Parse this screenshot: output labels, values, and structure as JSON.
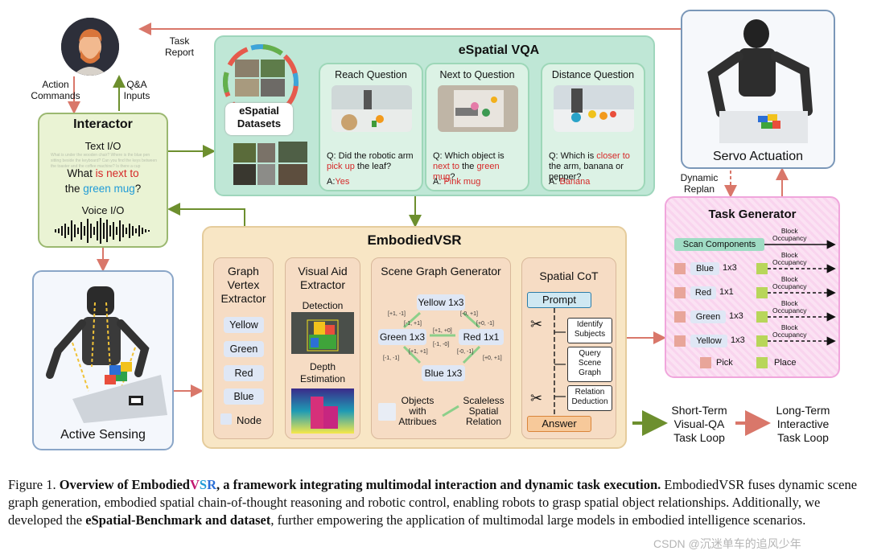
{
  "interactor": {
    "title": "Interactor",
    "text_io": "Text I/O",
    "background_text": "What is under the wooden chair? Where is the blue pen sitting beside the keyboard? Can you find the keys between the toaster and the coffee machine? Is there a cup",
    "q_line1_a": "What ",
    "q_line1_b": "is next to",
    "q_line2_a": "the ",
    "q_line2_b": "green mug",
    "q_line2_c": "?",
    "voice_io": "Voice I/O"
  },
  "labels": {
    "task_report": "Task\nReport",
    "action_commands": "Action\nCommands",
    "qa_inputs": "Q&A\nInputs",
    "dynamic_replan": "Dynamic\nReplan"
  },
  "active_sensing": {
    "title": "Active Sensing"
  },
  "servo": {
    "title": "Servo Actuation"
  },
  "vqa": {
    "title": "eSpatial VQA",
    "datasets_label": "eSpatial\nDatasets",
    "questions": [
      {
        "title": "Reach Question",
        "q_pre": "Q: Did the robotic arm ",
        "q_hl": "pick up",
        "q_post": " the leaf?",
        "a_pre": "A:",
        "a_val": "Yes"
      },
      {
        "title": "Next to Question",
        "q_pre": "Q: Which object is ",
        "q_hl": "next to",
        "q_mid": " the ",
        "q_hl2": "green mug",
        "q_post": "?",
        "a_pre": "A: ",
        "a_val": "Pink mug"
      },
      {
        "title": "Distance Question",
        "q_pre": "Q: Which is ",
        "q_hl": "closer to",
        "q_post": " the arm, banana or pepper?",
        "a_pre": "A: ",
        "a_val": "Banana"
      }
    ]
  },
  "evsr": {
    "title": "EmbodiedVSR",
    "gve": {
      "title": "Graph\nVertex\nExtractor",
      "items": [
        "Yellow",
        "Green",
        "Red",
        "Blue"
      ],
      "node_label": "Node"
    },
    "vae": {
      "title": "Visual Aid\nExtractor",
      "detection": "Detection",
      "depth": "Depth\nEstimation"
    },
    "sgg": {
      "title": "Scene Graph Generator",
      "nodes": [
        "Yellow 1x3",
        "Green 1x3",
        "Red 1x1",
        "Blue 1x3"
      ],
      "relations": [
        "[+1, -1]",
        "[-1, +1]",
        "[-0, +1]",
        "[+0, -1]",
        "[+1, +0]",
        "[-1, -0]",
        "[-1, -1]",
        "[+1, +1]",
        "[-0, -1]",
        "[+0, +1]"
      ],
      "legend_objects": "Objects\nwith\nAttribues",
      "legend_relation": "Scaleless\nSpatial\nRelation"
    },
    "cot": {
      "title": "Spatial CoT",
      "prompt": "Prompt",
      "steps": [
        "Identify\nSubjects",
        "Query\nScene\nGraph",
        "Relation\nDeduction"
      ],
      "answer": "Answer"
    }
  },
  "taskgen": {
    "title": "Task Generator",
    "scan": "Scan Components",
    "block_occ": "Block\nOccupancy",
    "rows": [
      {
        "color": "Blue",
        "size": "1x3"
      },
      {
        "color": "Red",
        "size": "1x1"
      },
      {
        "color": "Green",
        "size": "1x3"
      },
      {
        "color": "Yellow",
        "size": "1x3"
      }
    ],
    "pick": "Pick",
    "place": "Place"
  },
  "legend": {
    "short_term": "Short-Term\nVisual-QA\nTask Loop",
    "long_term": "Long-Term\nInteractive\nTask Loop"
  },
  "caption": {
    "fig_label": "Figure 1. ",
    "bold_a": "Overview of Embodied",
    "bold_v": "V",
    "bold_s": "S",
    "bold_r": "R",
    "bold_rest": ", a framework integrating multimodal interaction and dynamic task execution.",
    "rest1": " EmbodiedVSR fuses dynamic scene graph generation, embodied spatial chain-of-thought reasoning and robotic control, enabling robots to grasp spatial object relationships. Additionally, we developed the ",
    "bold_bench": "eSpatial-Benchmark and dataset",
    "rest2": ", further empowering the application of multimodal large models in embodied intelligence scenarios."
  },
  "watermark": "CSDN @沉迷单车的追风少年",
  "colors": {
    "short_loop": "#6d8f2e",
    "long_loop": "#d9776a",
    "highlight_red": "#d62828",
    "highlight_blue": "#1f9bd7"
  }
}
